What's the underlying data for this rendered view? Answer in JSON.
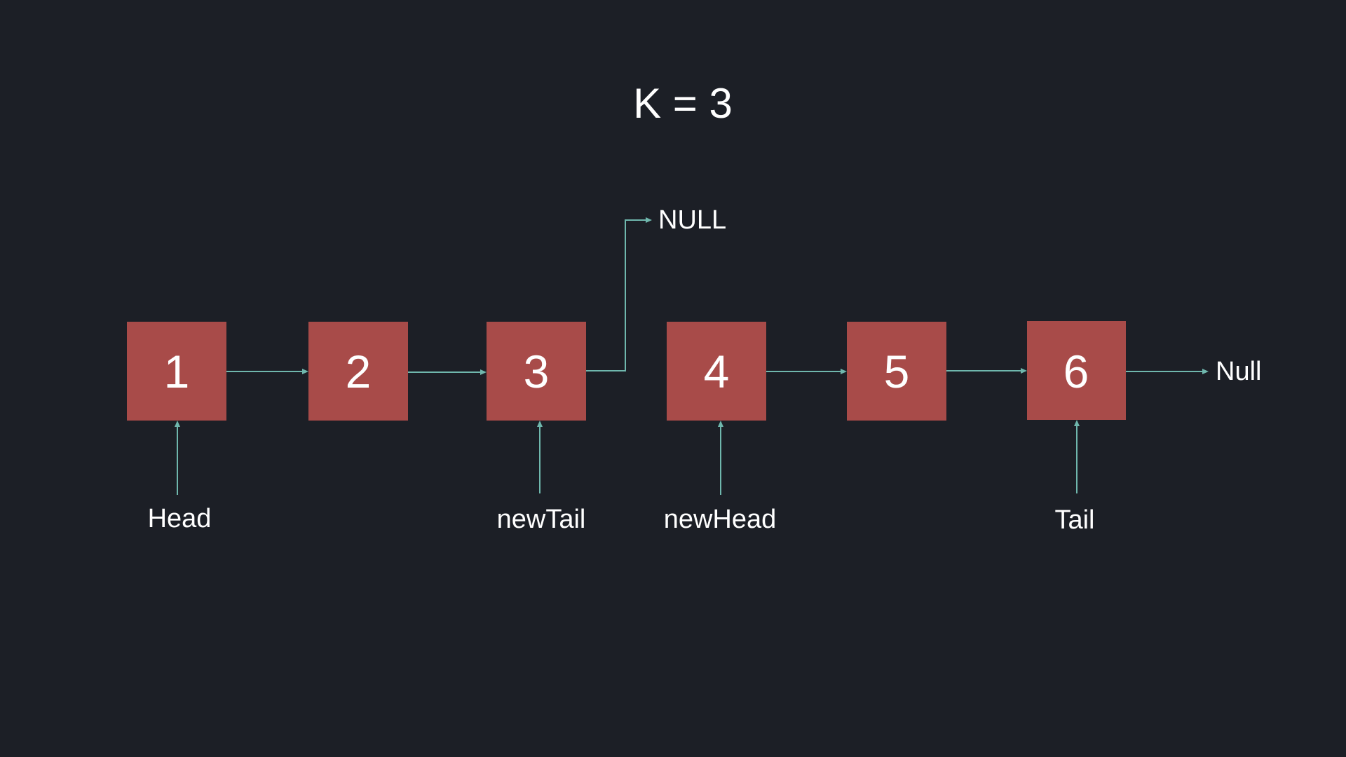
{
  "title": "K = 3",
  "nodes": [
    {
      "value": "1"
    },
    {
      "value": "2"
    },
    {
      "value": "3"
    },
    {
      "value": "4"
    },
    {
      "value": "5"
    },
    {
      "value": "6"
    }
  ],
  "pointers": [
    {
      "label": "Head",
      "target_index": 0
    },
    {
      "label": "newTail",
      "target_index": 2
    },
    {
      "label": "newHead",
      "target_index": 3
    },
    {
      "label": "Tail",
      "target_index": 5
    }
  ],
  "null_upper_label": "NULL",
  "null_end_label": "Null",
  "colors": {
    "background": "#1c1f26",
    "node_fill": "#a84b49",
    "arrow": "#6fb7ad",
    "text": "#ffffff"
  }
}
